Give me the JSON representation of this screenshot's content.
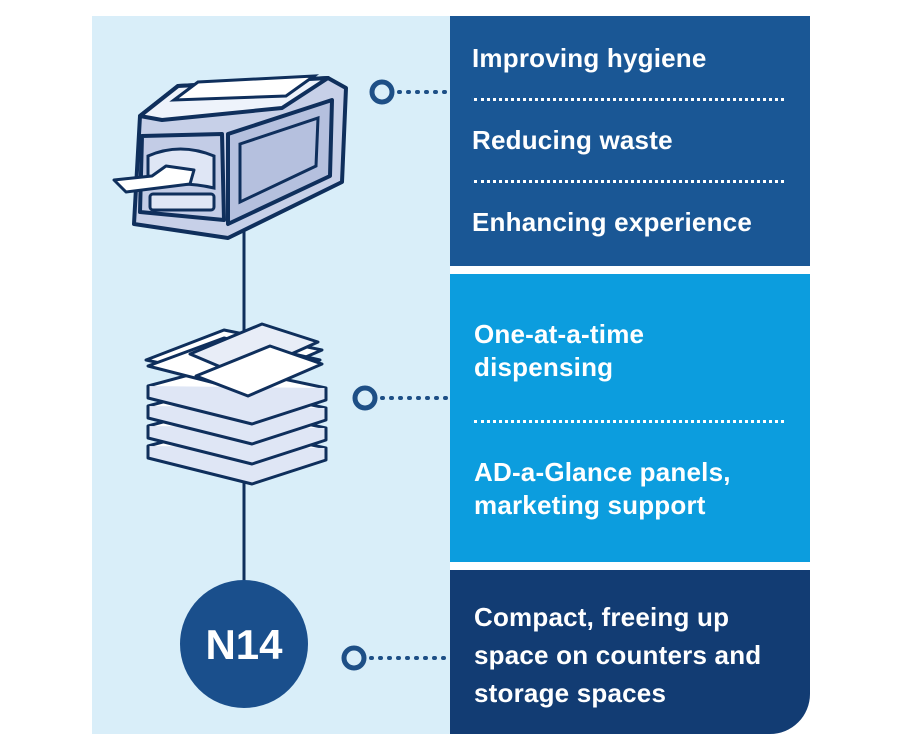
{
  "panels": [
    {
      "items": [
        "Improving hygiene",
        "Reducing waste",
        "Enhancing experience"
      ]
    },
    {
      "items": [
        "One-at-a-time dispensing",
        "AD-a-Glance panels, marketing support"
      ]
    },
    {
      "items": [
        "Compact, freeing up space on counters and storage spaces"
      ]
    }
  ],
  "badge": {
    "label": "N14"
  },
  "colors": {
    "background": "#d9eef9",
    "panel_1": "#1a5795",
    "panel_2": "#0c9dde",
    "panel_3": "#123c73",
    "line": "#0f2f5c",
    "connector": "#1e4f86"
  },
  "icons": [
    "napkin-dispenser-icon",
    "napkin-stack-icon"
  ]
}
